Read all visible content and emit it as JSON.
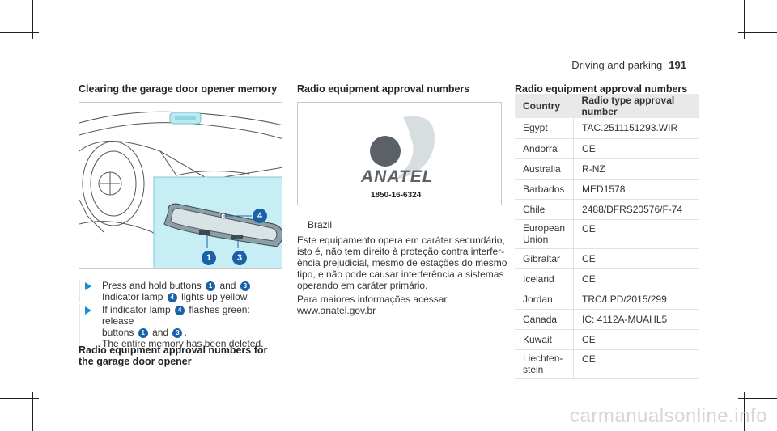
{
  "header": {
    "section": "Driving and parking",
    "page": "191"
  },
  "col1": {
    "heading": "Clearing the garage door opener memory",
    "markers": [
      "4",
      "1",
      "3"
    ],
    "step1": {
      "a": "Press and hold buttons",
      "b1": "1",
      "and": "and",
      "b2": "3",
      "end": ".",
      "line2a": "Indicator lamp",
      "b3": "4",
      "line2b": "lights up yellow."
    },
    "step2": {
      "a": "If indicator lamp",
      "b1": "4",
      "b": "flashes green: release",
      "c": "buttons",
      "b2": "1",
      "and": "and",
      "b3": "3",
      "end": ".",
      "note": "The entire memory has been deleted."
    },
    "heading2": "Radio equipment approval numbers for the garage door opener"
  },
  "col2": {
    "heading": "Radio equipment approval numbers",
    "logo_text": "ANATEL",
    "code": "1850-16-6324",
    "country": "Brazil",
    "para": [
      "Este equipamento opera em caráter secundário,",
      "isto é, não tem direito à proteção contra interfer-",
      "ência prejudicial, mesmo de estações do mesmo",
      "tipo, e não pode causar interferência a sistemas",
      "operando em caráter primário."
    ],
    "para2": [
      "Para maiores informações acessar",
      "www.anatel.gov.br"
    ]
  },
  "col3": {
    "heading": "Radio equipment approval numbers",
    "th": [
      "Country",
      "Radio type approval number"
    ],
    "rows": [
      [
        "Egypt",
        "TAC.2511151293.WIR"
      ],
      [
        "Andorra",
        "CE"
      ],
      [
        "Australia",
        "R-NZ"
      ],
      [
        "Barbados",
        "MED1578"
      ],
      [
        "Chile",
        "2488/DFRS20576/F-74"
      ],
      [
        "European\nUnion",
        "CE"
      ],
      [
        "Gibraltar",
        "CE"
      ],
      [
        "Iceland",
        "CE"
      ],
      [
        "Jordan",
        "TRC/LPD/2015/299"
      ],
      [
        "Canada",
        "IC: 4112A-MUAHL5"
      ],
      [
        "Kuwait",
        "CE"
      ],
      [
        "Liechten-\nstein",
        "CE"
      ]
    ]
  },
  "watermark": "carmanualsonline.info"
}
